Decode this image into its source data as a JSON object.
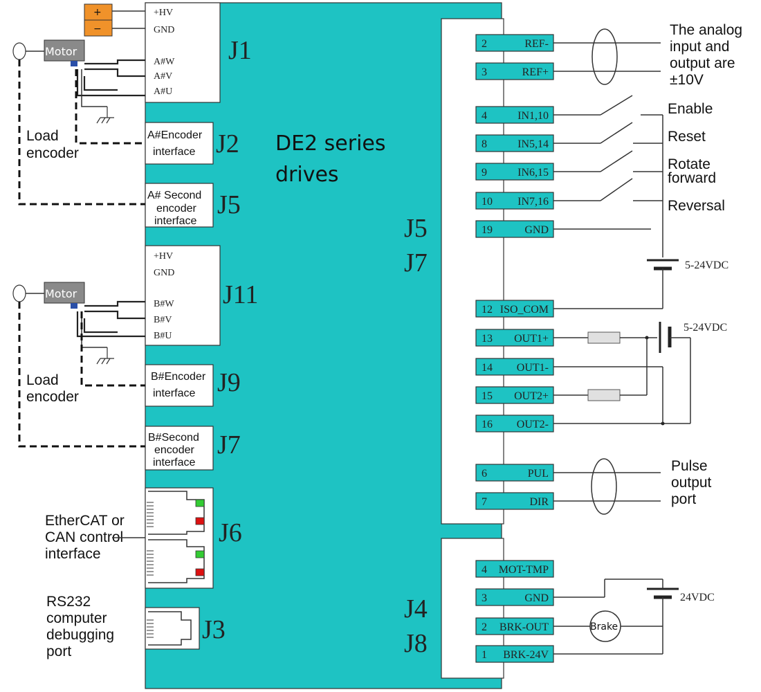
{
  "colors": {
    "drive_body": "#1ec3c3",
    "pin": "#1ec3c3",
    "power_supply": "#f0922a",
    "led_green": "#33cc33",
    "led_red": "#dd1111",
    "motor_body": "#8a8a8a",
    "encoder": "#2a4fa8"
  },
  "drive_title": [
    "DE2 series",
    "drives"
  ],
  "connectors_left": [
    {
      "id": "J1",
      "terminals": [
        "+HV",
        "GND",
        "A#W",
        "A#V",
        "A#U"
      ]
    },
    {
      "id": "J2",
      "label": [
        "A#Encoder",
        "interface"
      ]
    },
    {
      "id": "J5",
      "label": [
        "A# Second",
        "encoder",
        "interface"
      ]
    },
    {
      "id": "J11",
      "terminals": [
        "+HV",
        "GND",
        "B#W",
        "B#V",
        "B#U"
      ]
    },
    {
      "id": "J9",
      "label": [
        "B#Encoder",
        "interface"
      ]
    },
    {
      "id": "J7",
      "label": [
        "B#Second",
        "encoder",
        "interface"
      ]
    },
    {
      "id": "J6"
    },
    {
      "id": "J3"
    }
  ],
  "power_signs": {
    "plus": "+",
    "minus": "−"
  },
  "motor_label": "Motor",
  "load_encoder_label": [
    "Load",
    "encoder"
  ],
  "ethercat_label": [
    "EtherCAT or",
    "CAN control",
    "interface"
  ],
  "rs232_label": [
    "RS232",
    "computer",
    "debugging",
    "port"
  ],
  "group_top_labels": [
    "J5",
    "J7"
  ],
  "group_bottom_labels": [
    "J4",
    "J8"
  ],
  "pins_top": [
    {
      "num": "2",
      "name": "REF-"
    },
    {
      "num": "3",
      "name": "REF+"
    },
    {
      "num": "4",
      "name": "IN1,10"
    },
    {
      "num": "8",
      "name": "IN5,14"
    },
    {
      "num": "9",
      "name": "IN6,15"
    },
    {
      "num": "10",
      "name": "IN7,16"
    },
    {
      "num": "19",
      "name": "GND"
    },
    {
      "num": "12",
      "name": "ISO_COM"
    },
    {
      "num": "13",
      "name": "OUT1+"
    },
    {
      "num": "14",
      "name": "OUT1-"
    },
    {
      "num": "15",
      "name": "OUT2+"
    },
    {
      "num": "16",
      "name": "OUT2-"
    },
    {
      "num": "6",
      "name": "PUL"
    },
    {
      "num": "7",
      "name": "DIR"
    }
  ],
  "pins_bottom": [
    {
      "num": "4",
      "name": "MOT-TMP"
    },
    {
      "num": "3",
      "name": "GND"
    },
    {
      "num": "2",
      "name": "BRK-OUT"
    },
    {
      "num": "1",
      "name": "BRK-24V"
    }
  ],
  "analog_label": [
    "The analog",
    "input and",
    "output are",
    "±10V"
  ],
  "input_labels": [
    "Enable",
    "Reset",
    "Rotate",
    "forward",
    "Reversal"
  ],
  "supply_1": "5-24VDC",
  "supply_2": "5-24VDC",
  "pulse_label": [
    "Pulse",
    "output",
    "port"
  ],
  "brake_label": "Brake",
  "supply_24": "24VDC"
}
